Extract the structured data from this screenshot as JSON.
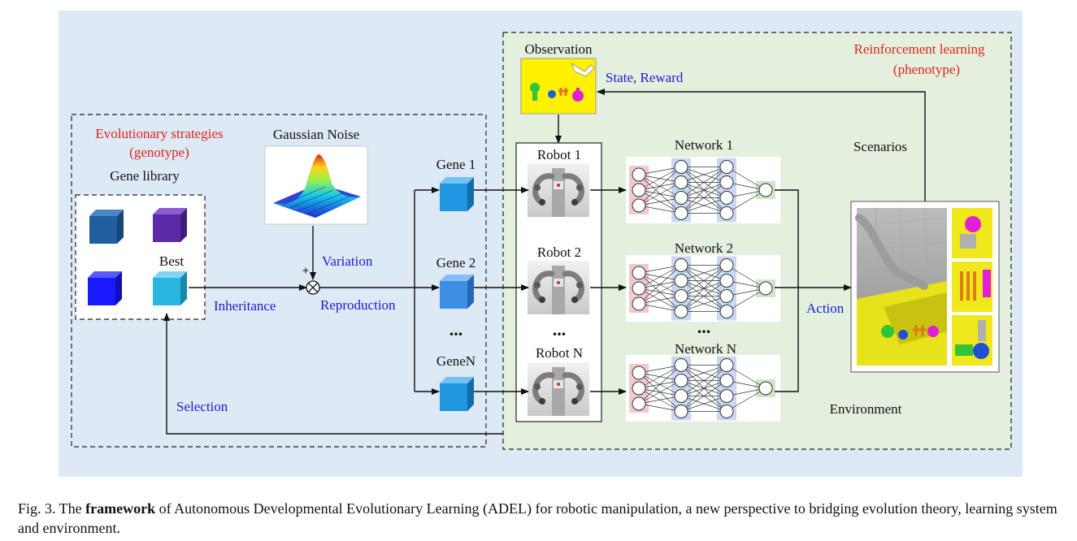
{
  "evolution": {
    "title_line1": "Evolutionary strategies",
    "title_line2": "(genotype)",
    "gene_library": "Gene library",
    "best": "Best",
    "gaussian_noise": "Gaussian Noise",
    "plus": "+",
    "variation": "Variation",
    "inheritance": "Inheritance",
    "reproduction": "Reproduction",
    "selection": "Selection",
    "genes": [
      "Gene 1",
      "Gene 2",
      "GeneN"
    ],
    "ellipsis": "...",
    "colors": {
      "background": "#dde9f4",
      "cube_dark_blue": "#1f5fa0",
      "cube_purple": "#5b2aa8",
      "cube_blue": "#1a1aff",
      "cube_best": "#2bb6e0",
      "cube_gene": "#1f96e0"
    }
  },
  "reinforcement": {
    "title_line1": "Reinforcement learning",
    "title_line2": "(phenotype)",
    "observation": "Observation",
    "state_reward": "State, Reward",
    "robots": [
      "Robot 1",
      "Robot 2",
      "Robot N"
    ],
    "networks": [
      "Network 1",
      "Network 2",
      "Network N"
    ],
    "ellipsis": "...",
    "scenarios": "Scenarios",
    "action": "Action",
    "environment": "Environment",
    "colors": {
      "panel": "#e3f0de",
      "observation_bg": "#fff200",
      "input_layer": "#f2c9cc",
      "hidden_layer": "#c8d8f0",
      "output_layer": "#cde8c6"
    }
  },
  "caption": {
    "prefix": "Fig. 3.   The ",
    "bold": "framework",
    "rest": " of Autonomous Developmental Evolutionary Learning (ADEL) for robotic manipulation, a new perspective to bridging evolution theory, learning system and environment."
  }
}
